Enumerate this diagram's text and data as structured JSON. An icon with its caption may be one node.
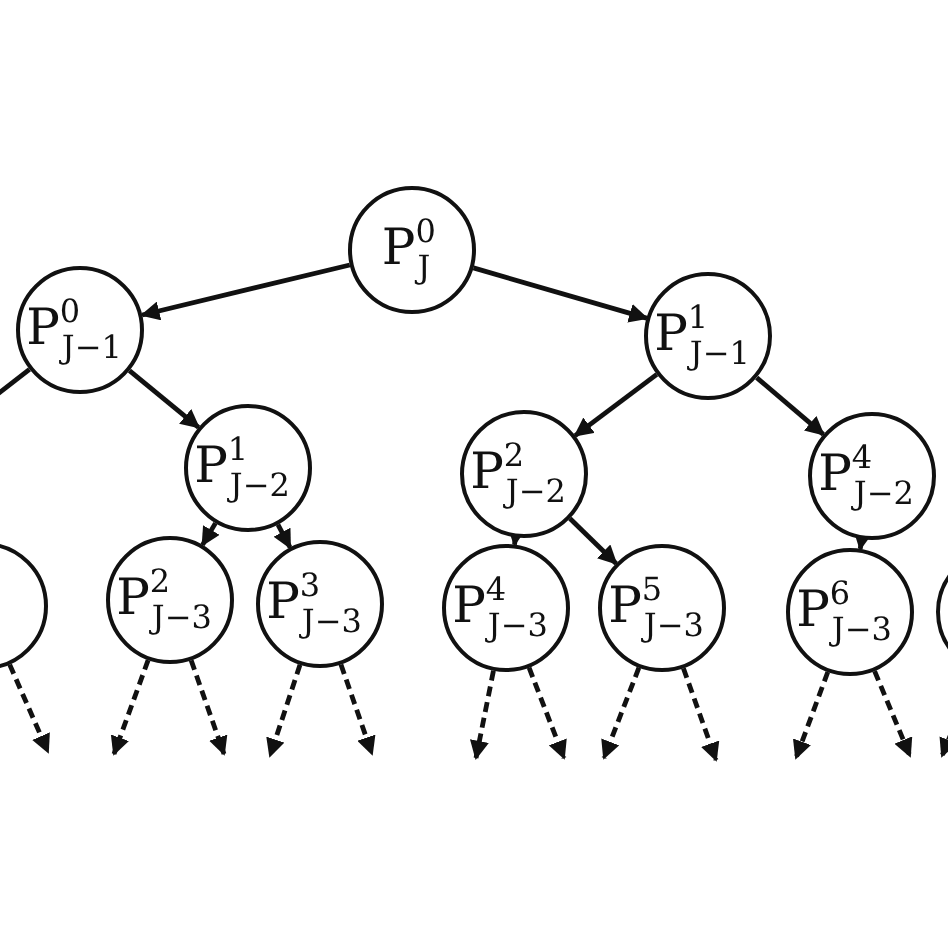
{
  "diagram": {
    "nodes": [
      {
        "text": [
          "P$^{0}$$_{J}$"
        ]
      },
      {
        "text": [
          "P$^{0}$$_{J−1}$"
        ]
      },
      {
        "text": [
          "P$^{1}$$_{J−1}$"
        ]
      },
      {
        "text": [
          "P$^{1}$$_{J−2}$"
        ]
      },
      {
        "text": [
          "P$^{2}$$_{J−2}$"
        ]
      },
      {
        "text": [
          "P$^{4}$$_{J−2}$"
        ]
      },
      {
        "text": [],
        "shape": "circle"
      },
      {
        "text": [
          "P$^{2}$$_{J−3}$"
        ]
      },
      {
        "text": [
          "P$^{3}$$_{J−3}$"
        ]
      },
      {
        "text": [
          "P$^{4}$$_{J−3}$"
        ]
      },
      {
        "text": [
          "P$^{5}$$_{J−3}$"
        ]
      },
      {
        "text": [
          "P$^{6}$$_{J−3}$"
        ]
      },
      {
        "text": [],
        "shape": "circle"
      }
    ],
    "edges": [
      {
        "from": 0,
        "to": 1,
        "arrow": "to"
      },
      {
        "from": 0,
        "to": 2,
        "arrow": "to"
      },
      {
        "from": 1,
        "to": null,
        "arrow": "none"
      },
      {
        "from": 1,
        "to": 3,
        "arrow": "to"
      },
      {
        "from": 2,
        "to": 4,
        "arrow": "to"
      },
      {
        "from": 2,
        "to": 5,
        "arrow": "to"
      },
      {
        "from": 3,
        "to": 7,
        "arrow": "to"
      },
      {
        "from": 3,
        "to": 8,
        "arrow": "to"
      },
      {
        "from": 4,
        "to": 9,
        "arrow": "to"
      },
      {
        "from": 4,
        "to": 10,
        "arrow": "to"
      },
      {
        "from": 5,
        "to": 11,
        "arrow": "to"
      },
      {
        "from": 6,
        "to": null,
        "arrow": "to",
        "style": "dashed"
      },
      {
        "from": 7,
        "to": null,
        "arrow": "to",
        "style": "dashed"
      },
      {
        "from": 7,
        "to": null,
        "arrow": "to",
        "style": "dashed"
      },
      {
        "from": 8,
        "to": null,
        "arrow": "to",
        "style": "dashed"
      },
      {
        "from": 8,
        "to": null,
        "arrow": "to",
        "style": "dashed"
      },
      {
        "from": 9,
        "to": null,
        "arrow": "to",
        "style": "dashed"
      },
      {
        "from": 9,
        "to": null,
        "arrow": "to",
        "style": "dashed"
      },
      {
        "from": 10,
        "to": null,
        "arrow": "to",
        "style": "dashed"
      },
      {
        "from": 10,
        "to": null,
        "arrow": "to",
        "style": "dashed"
      },
      {
        "from": 11,
        "to": null,
        "arrow": "to",
        "style": "dashed"
      },
      {
        "from": 11,
        "to": null,
        "arrow": "to",
        "style": "dashed"
      },
      {
        "from": 12,
        "to": null,
        "arrow": "to",
        "style": "dashed"
      }
    ]
  }
}
